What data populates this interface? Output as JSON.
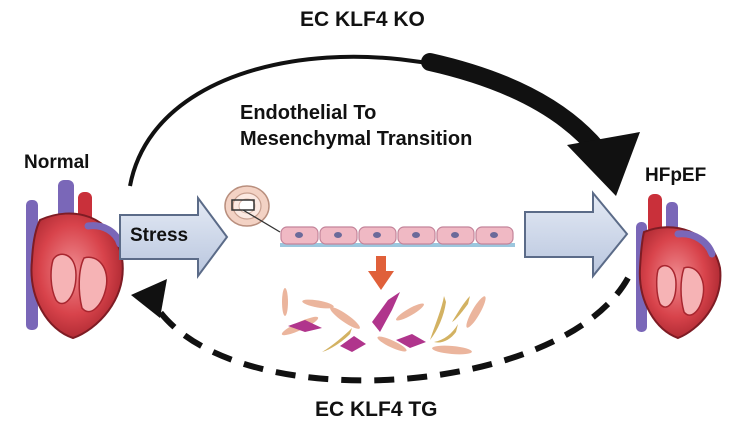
{
  "diagram": {
    "top_arrow_label": "EC KLF4 KO",
    "bottom_arrow_label": "EC KLF4 TG",
    "left_heart_label": "Normal",
    "right_heart_label": "HFpEF",
    "process_label_line1": "Endothelial To",
    "process_label_line2": "Mesenchymal Transition",
    "stress_label": "Stress"
  },
  "colors": {
    "heart_red": "#c9303a",
    "heart_light": "#e8696f",
    "vessel_purple": "#7a67b8",
    "arrow_fill": "#cfd8ea",
    "arrow_stroke": "#5b6b88",
    "endothelium_pink": "#f0b9c4",
    "down_arrow_orange": "#e0603a",
    "mesenchymal_magenta": "#b0358c",
    "fibroblast_peach": "#ebb59d",
    "fibroblast_gold": "#d3b262"
  }
}
